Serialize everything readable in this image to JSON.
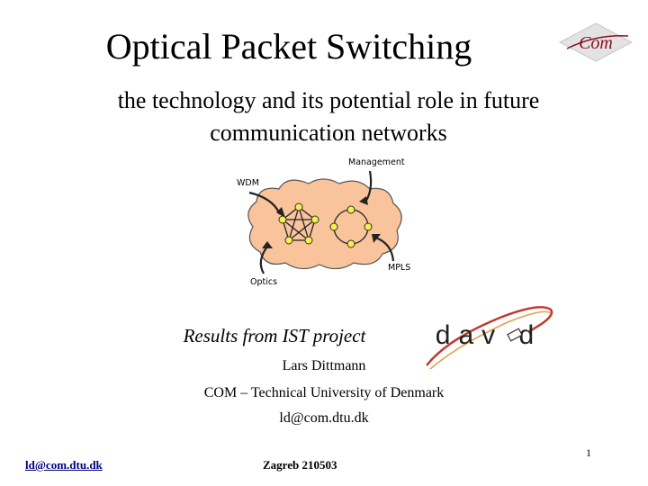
{
  "slide": {
    "title": "Optical Packet Switching",
    "subtitle": "the technology and its potential role in future communication networks",
    "results_line": "Results from IST project",
    "author": "Lars Dittmann",
    "affiliation": "COM – Technical University of Denmark",
    "email": "ld@com.dtu.dk"
  },
  "diagram": {
    "labels": {
      "wdm": "WDM",
      "management": "Management",
      "optics": "Optics",
      "mpls": "MPLS"
    },
    "cloud_color": "#f9c39b",
    "node_color": "#f5f04a"
  },
  "logos": {
    "com_text": "Com",
    "david_text": "dav d"
  },
  "footer": {
    "email": "ld@com.dtu.dk",
    "center": "Zagreb 210503",
    "page_number": "1"
  }
}
